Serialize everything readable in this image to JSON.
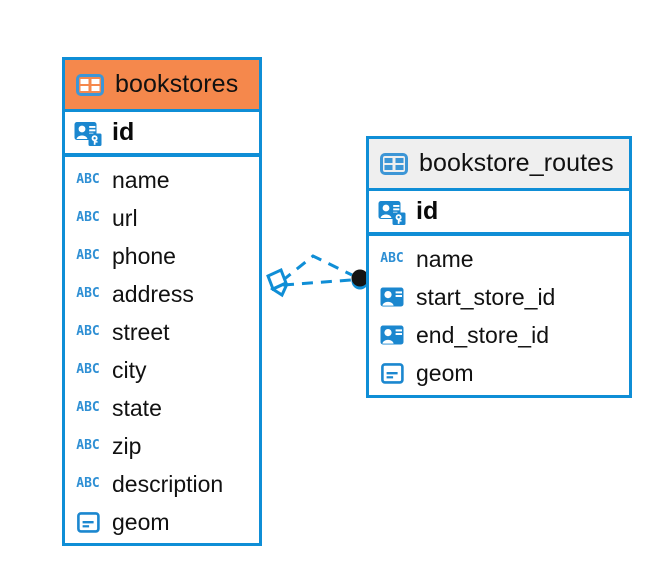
{
  "diagram": {
    "type": "entity-relationship-diagram",
    "background": "#FFFFFF",
    "accent_color": "#0F8ED6",
    "highlight_color": "#F5884C",
    "relationship": {
      "name": "bookstores-to-bookstore-routes",
      "line_style": "dashed",
      "color": "#0F8ED6",
      "source_marker": "diamond-crowsfoot",
      "target_marker": "filled-circle",
      "target_marker_color": "#111111"
    }
  },
  "entities": [
    {
      "id": "bookstores",
      "title": "bookstores",
      "header_icon": "table-icon",
      "header_background": "#F5884C",
      "border_color": "#0F8ED6",
      "primary_key": {
        "label": "id",
        "icon": "primary-key-icon"
      },
      "attributes": [
        {
          "label": "name",
          "icon": "text-type-icon"
        },
        {
          "label": "url",
          "icon": "text-type-icon"
        },
        {
          "label": "phone",
          "icon": "text-type-icon"
        },
        {
          "label": "address",
          "icon": "text-type-icon"
        },
        {
          "label": "street",
          "icon": "text-type-icon"
        },
        {
          "label": "city",
          "icon": "text-type-icon"
        },
        {
          "label": "state",
          "icon": "text-type-icon"
        },
        {
          "label": "zip",
          "icon": "text-type-icon"
        },
        {
          "label": "description",
          "icon": "text-type-icon"
        },
        {
          "label": "geom",
          "icon": "geometry-type-icon"
        }
      ]
    },
    {
      "id": "bookstore_routes",
      "title": "bookstore_routes",
      "header_icon": "table-icon",
      "header_background": "#EFEFEF",
      "border_color": "#0F8ED6",
      "primary_key": {
        "label": "id",
        "icon": "primary-key-icon"
      },
      "attributes": [
        {
          "label": "name",
          "icon": "text-type-icon"
        },
        {
          "label": "start_store_id",
          "icon": "foreign-key-icon"
        },
        {
          "label": "end_store_id",
          "icon": "foreign-key-icon"
        },
        {
          "label": "geom",
          "icon": "geometry-type-icon"
        }
      ]
    }
  ]
}
